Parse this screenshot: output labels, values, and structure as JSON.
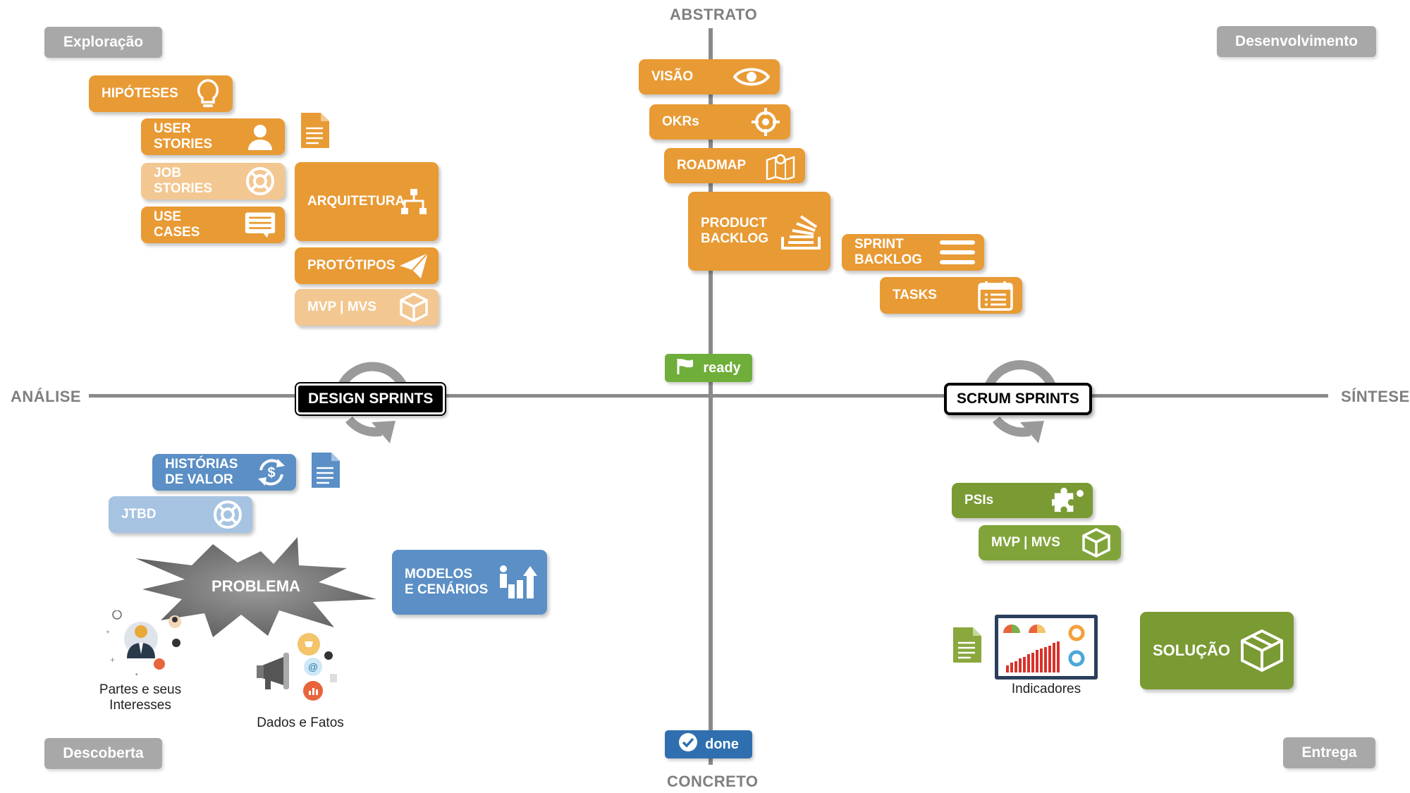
{
  "axes": {
    "top": "ABSTRATO",
    "bottom": "CONCRETO",
    "left": "ANÁLISE",
    "right": "SÍNTESE"
  },
  "quadrants": {
    "top_left": "Exploração",
    "top_right": "Desenvolvimento",
    "bottom_left": "Descoberta",
    "bottom_right": "Entrega"
  },
  "exploration": {
    "hipoteses": "HIPÓTESES",
    "user_stories": "USER\nSTORIES",
    "job_stories": "JOB\nSTORIES",
    "use_cases": "USE\nCASES",
    "arquitetura": "ARQUITETURA",
    "prototipos": "PROTÓTIPOS",
    "mvp_mvs": "MVP | MVS"
  },
  "development": {
    "visao": "VISÃO",
    "okrs": "OKRs",
    "roadmap": "ROADMAP",
    "product_backlog": "PRODUCT\nBACKLOG",
    "sprint_backlog": "SPRINT\nBACKLOG",
    "tasks": "TASKS"
  },
  "discovery": {
    "historias_de_valor": "HISTÓRIAS\nDE VALOR",
    "jtbd": "JTBD",
    "problema": "PROBLEMA",
    "modelos_cenarios": "MODELOS\nE CENÁRIOS",
    "partes_caption": "Partes e seus\nInteresses",
    "dados_caption": "Dados e Fatos"
  },
  "delivery": {
    "psis": "PSIs",
    "mvp_mvs": "MVP | MVS",
    "indicadores_caption": "Indicadores",
    "solucao": "SOLUÇÃO"
  },
  "center": {
    "design_sprints": "DESIGN SPRINTS",
    "scrum_sprints": "SCRUM SPRINTS",
    "ready": "ready",
    "done": "done"
  },
  "colors": {
    "orange": "#e89a34",
    "orange_light": "#f3c791",
    "blue": "#5b8fc5",
    "blue_light": "#a6c3e2",
    "green": "#7a9a33",
    "green_status": "#6fae3a",
    "axis": "#8a8a8a",
    "quadrant_label": "#a8a8a8"
  }
}
